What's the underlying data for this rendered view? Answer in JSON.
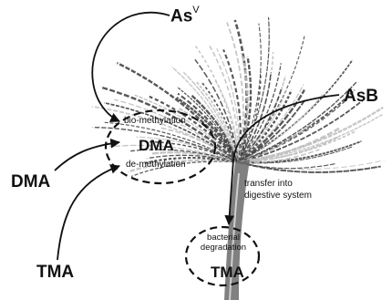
{
  "labels": {
    "asv": "As",
    "asv_sup": "V",
    "asb": "AsB",
    "dma_left": "DMA",
    "tma_left": "TMA",
    "dma_center": "DMA",
    "biomethylation": "bio-methylation",
    "demethylation": "de-methylation",
    "transfer": "transfer into",
    "digestive": "digestive system",
    "bacterial": "bacterial",
    "degradation": "degradation",
    "tma_bottom": "TMA"
  },
  "colors": {
    "ink": "#111111",
    "background": "#ffffff",
    "gill_dark": "#3a3a3a",
    "gill_light": "#bdbdbd"
  }
}
